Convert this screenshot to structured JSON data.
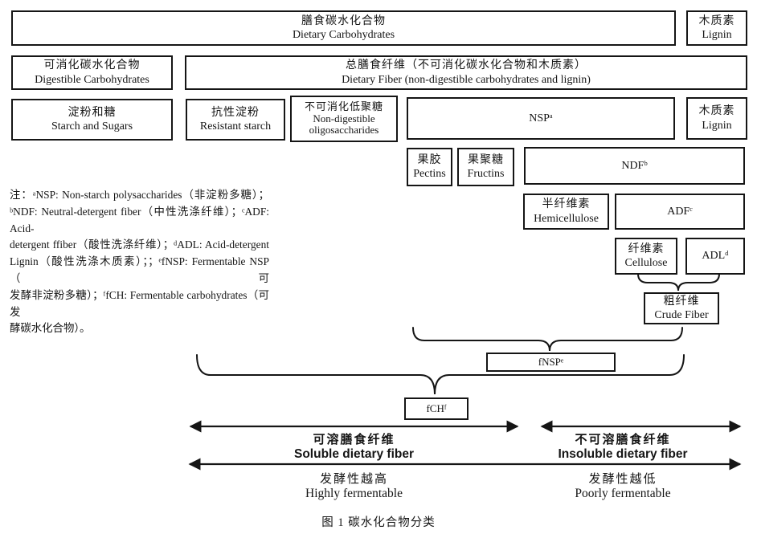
{
  "figure": {
    "caption": "图 1  碳水化合物分类",
    "colors": {
      "line": "#151515",
      "background": "#ffffff",
      "text": "#151515"
    },
    "boxes": {
      "dietary_carbohydrates": {
        "zh": "膳食碳水化合物",
        "en": "Dietary Carbohydrates"
      },
      "lignin_top": {
        "zh": "木质素",
        "en": "Lignin"
      },
      "digestible_carbohydrates": {
        "zh": "可消化碳水化合物",
        "en": "Digestible Carbohydrates"
      },
      "dietary_fiber": {
        "zh": "总膳食纤维（不可消化碳水化合物和木质素）",
        "en": "Dietary Fiber (non-digestible carbohydrates and lignin)"
      },
      "starch_and_sugars": {
        "zh": "淀粉和糖",
        "en": "Starch and Sugars"
      },
      "resistant_starch": {
        "zh": "抗性淀粉",
        "en": "Resistant starch"
      },
      "non_digestible_oligosaccharides": {
        "zh": "不可消化低聚糖",
        "en": "Non-digestible oligosaccharides"
      },
      "nsp": {
        "label": "NSPᵃ"
      },
      "lignin_right": {
        "zh": "木质素",
        "en": "Lignin"
      },
      "pectins": {
        "zh": "果胶",
        "en": "Pectins"
      },
      "fructins": {
        "zh": "果聚糖",
        "en": "Fructins"
      },
      "ndf": {
        "label": "NDFᵇ"
      },
      "hemicellulose": {
        "zh": "半纤维素",
        "en": "Hemicellulose"
      },
      "adf": {
        "label": "ADFᶜ"
      },
      "cellulose": {
        "zh": "纤维素",
        "en": "Cellulose"
      },
      "adl": {
        "label": "ADLᵈ"
      },
      "crude_fiber": {
        "zh": "粗纤维",
        "en": "Crude Fiber"
      },
      "fnsp": {
        "label": "fNSPᵉ"
      },
      "fch": {
        "label": "fCHᶠ"
      }
    },
    "axis_labels": {
      "soluble": {
        "zh": "可溶膳食纤维",
        "en": "Soluble dietary fiber"
      },
      "insoluble": {
        "zh": "不可溶膳食纤维",
        "en": "Insoluble dietary fiber"
      },
      "highly_fermentable": {
        "zh": "发酵性越高",
        "en": "Highly fermentable"
      },
      "poorly_fermentable": {
        "zh": "发酵性越低",
        "en": "Poorly fermentable"
      }
    },
    "note": {
      "lines": [
        "注：ᵃNSP: Non-starch polysaccharides（非淀粉多糖）；",
        "ᵇNDF: Neutral-detergent fiber（中性洗涤纤维）；ᶜADF: Acid-",
        "detergent ffiber（酸性洗涤纤维）；ᵈADL: Acid-detergent",
        "Lignin（酸性洗涤木质素）；；ᵉfNSP: Fermentable NSP（可",
        "发酵非淀粉多糖）；ᶠfCH: Fermentable carbohydrates（可发",
        "酵碳水化合物）。"
      ]
    }
  }
}
